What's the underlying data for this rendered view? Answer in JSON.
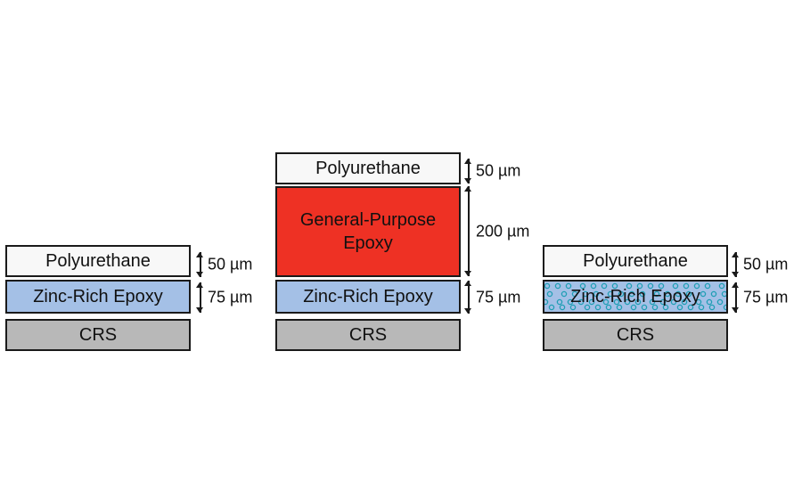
{
  "colors": {
    "polyurethane": "#f8f8f8",
    "zinc_rich_epoxy": "#a4c0e6",
    "crs": "#b8b8b8",
    "general_purpose_epoxy": "#ee3124",
    "zinc_dots": "#1e9eb4",
    "outline": "#1a1a1a"
  },
  "systems": [
    {
      "polyurethane": {
        "label": "Polyurethane",
        "thickness": "50 µm"
      },
      "zinc": {
        "label": "Zinc-Rich Epoxy",
        "thickness": "75 µm"
      },
      "crs": {
        "label": "CRS"
      }
    },
    {
      "polyurethane": {
        "label": "Polyurethane",
        "thickness": "50 µm"
      },
      "epoxy": {
        "label": "General-Purpose\nEpoxy",
        "thickness": "200 µm"
      },
      "zinc": {
        "label": "Zinc-Rich Epoxy",
        "thickness": "75 µm"
      },
      "crs": {
        "label": "CRS"
      }
    },
    {
      "polyurethane": {
        "label": "Polyurethane",
        "thickness": "50 µm"
      },
      "zinc": {
        "label": "Zinc-Rich Epoxy",
        "thickness": "75 µm"
      },
      "crs": {
        "label": "CRS"
      }
    }
  ]
}
